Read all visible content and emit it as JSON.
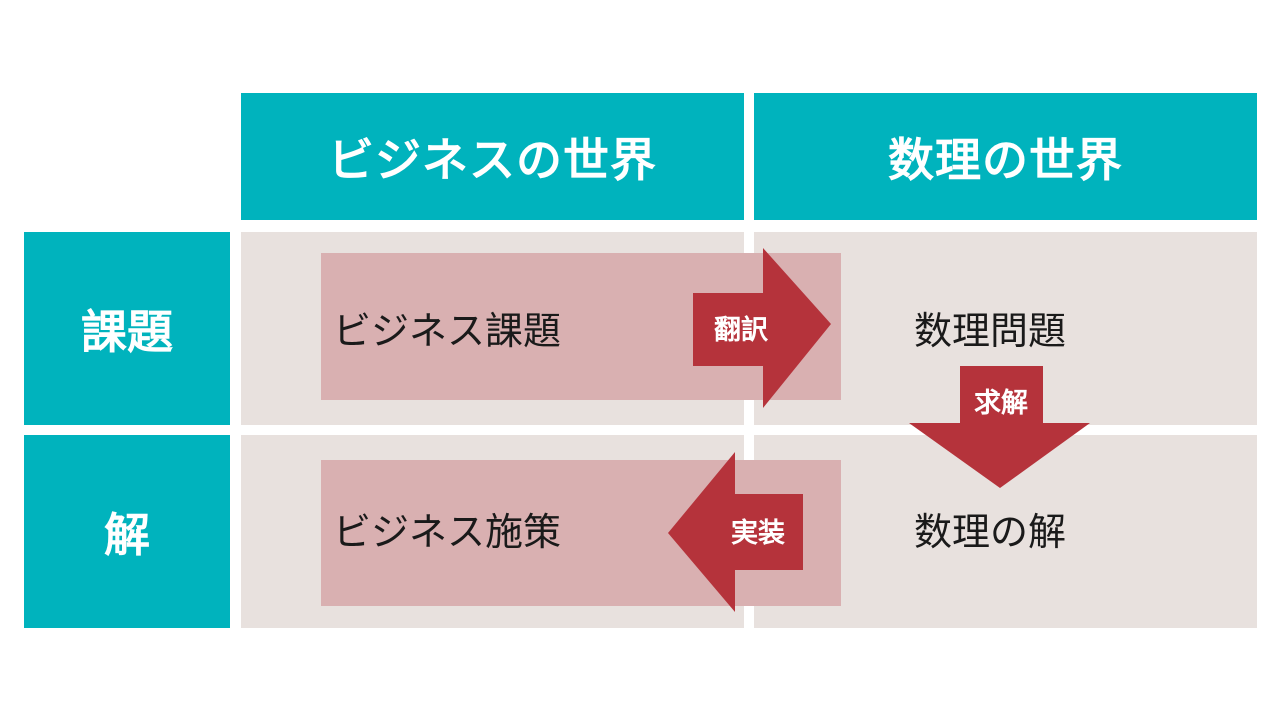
{
  "columns": {
    "business": "ビジネスの世界",
    "math": "数理の世界"
  },
  "rows": {
    "problem": "課題",
    "solution": "解"
  },
  "boxes": {
    "business_problem": "ビジネス課題",
    "math_problem": "数理問題",
    "business_solution": "ビジネス施策",
    "math_solution": "数理の解"
  },
  "arrows": {
    "translate": "翻訳",
    "solve": "求解",
    "implement": "実装"
  },
  "colors": {
    "header": "#00b3bd",
    "cell": "#e8e1de",
    "band": "#d9b0b1",
    "arrow": "#b5333b"
  }
}
